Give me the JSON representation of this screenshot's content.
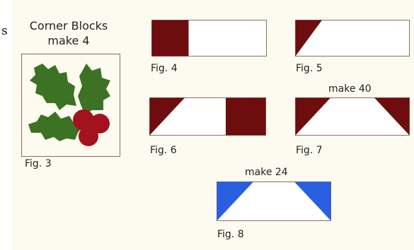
{
  "colors": {
    "burgundy": "#6e0d0d",
    "blue": "#2a5ee0",
    "leaf_green": "#3c7223",
    "berry_red": "#a3121e",
    "outline_brown": "#8e6d63",
    "background": "#fdfaf0"
  },
  "left_edge_letter": "s",
  "corner_blocks": {
    "title": "Corner Blocks",
    "subtitle": "make 4",
    "caption": "Fig. 3"
  },
  "figures": [
    {
      "id": "fig4",
      "caption": "Fig. 4",
      "note": ""
    },
    {
      "id": "fig5",
      "caption": "Fig. 5",
      "note": ""
    },
    {
      "id": "fig6",
      "caption": "Fig. 6",
      "note": ""
    },
    {
      "id": "fig7",
      "caption": "Fig. 7",
      "note": "make 40"
    },
    {
      "id": "fig8",
      "caption": "Fig. 8",
      "note": "make 24"
    }
  ]
}
